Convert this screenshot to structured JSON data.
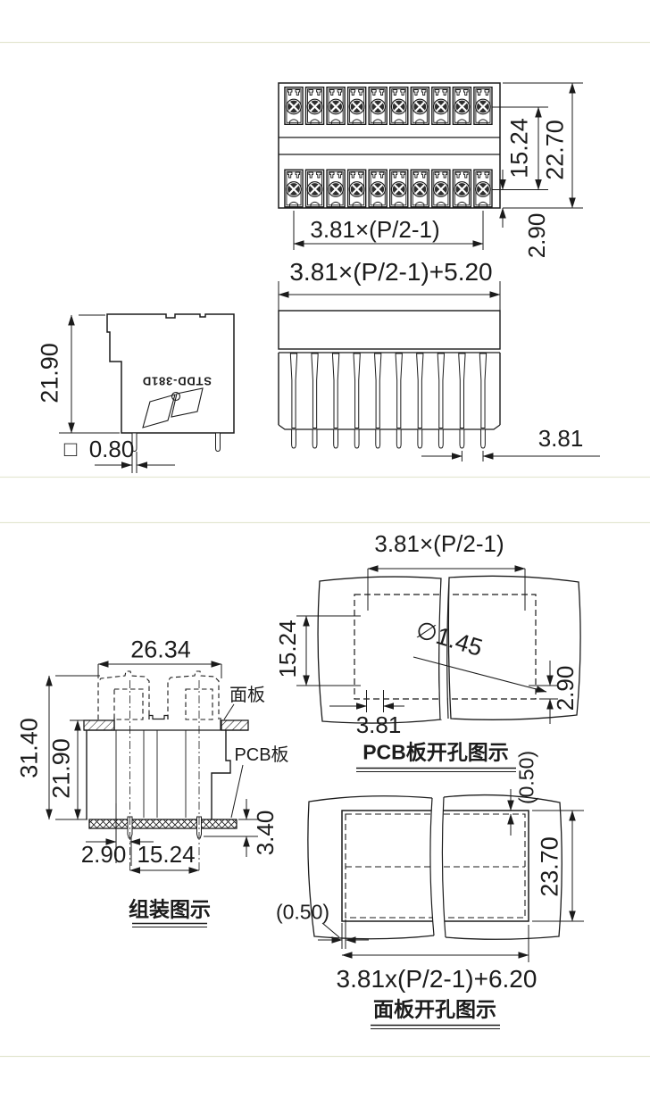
{
  "colors": {
    "line": "#1b1b1b",
    "divider": "#e4e7d2",
    "screw_fill": "#2e2e2e",
    "background": "#ffffff"
  },
  "top": {
    "front": {
      "dim_pitch": "3.81×(P/2-1)",
      "dim_overall": "3.81×(P/2-1)+5.20",
      "dim_row": "15.24",
      "dim_height": "22.70",
      "dim_offset": "2.90"
    },
    "side": {
      "dim_height": "21.90",
      "pin_square_symbol": "□",
      "dim_pin": "0.80",
      "model": "STDD-381D"
    },
    "bottom_view": {
      "dim_pitch": "3.81"
    }
  },
  "lower": {
    "pcb": {
      "dim_pitch": "3.81×(P/2-1)",
      "dim_row": "15.24",
      "dim_hole": "∅1.45",
      "dim_edge": "2.90",
      "dim_unit": "3.81",
      "title": "PCB板开孔图示"
    },
    "assembly": {
      "dim_width": "26.34",
      "dim_total": "31.40",
      "dim_body": "21.90",
      "label_panel": "面板",
      "label_pcb": "PCB板",
      "dim_below": "3.40",
      "dim_edge": "2.90",
      "dim_row": "15.24",
      "title": "组装图示"
    },
    "panel": {
      "dim_gap_top": "(0.50)",
      "dim_height": "23.70",
      "dim_gap_left": "(0.50)",
      "dim_width": "3.81x(P/2-1)+6.20",
      "title": "面板开孔图示"
    }
  }
}
